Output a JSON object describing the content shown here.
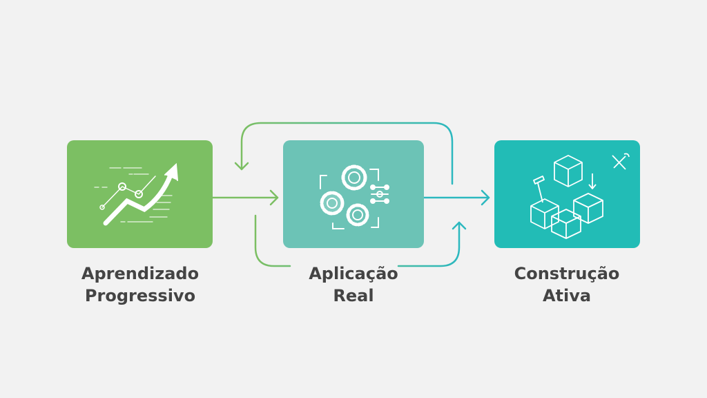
{
  "stages": [
    {
      "line1": "Aprendizado",
      "line2": "Progressivo",
      "color": "#7cbf63",
      "icon": "growth-chart-icon"
    },
    {
      "line1": "Aplicação",
      "line2": "Real",
      "color": "#6cc3b6",
      "icon": "gears-icon"
    },
    {
      "line1": "Construção",
      "line2": "Ativa",
      "color": "#22bcb6",
      "icon": "building-blocks-icon"
    }
  ],
  "colors": {
    "green": "#7cbf63",
    "teal": "#2cb8bf",
    "text": "#444444",
    "background": "#f2f2f2"
  }
}
